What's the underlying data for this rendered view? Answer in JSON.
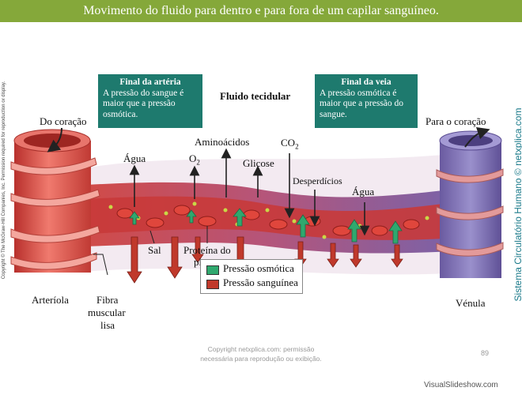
{
  "title": "Movimento do fluido para dentro e para fora de um capilar sanguíneo.",
  "fluid_label": "Fluido tecidular",
  "artery_box": {
    "title": "Final da artéria",
    "text": "A pressão do sangue é maior que a pressão osmótica."
  },
  "vein_box": {
    "title": "Final da veia",
    "text": "A pressão osmótica é maior que a pressão do sangue."
  },
  "labels": {
    "from_heart": "Do coração",
    "to_heart": "Para o coração",
    "water_left": "Água",
    "o2": "O",
    "o2_sub": "2",
    "amino": "Aminoácidos",
    "co2": "CO",
    "co2_sub": "2",
    "glucose": "Glicose",
    "waste": "Desperdícios",
    "water_right": "Água",
    "salt": "Sal",
    "protein_line1": "Proteína do",
    "protein_line2": "plasma",
    "arteriole": "Arteríola",
    "fiber_line1": "Fibra",
    "fiber_line2": "muscular",
    "fiber_line3": "lisa",
    "venule": "Vénula"
  },
  "legend": {
    "osmotic": {
      "label": "Pressão osmótica",
      "color": "#2fa86e"
    },
    "blood": {
      "label": "Pressão sanguínea",
      "color": "#c0392b"
    }
  },
  "side_copyright": "Copyright © The McGraw-Hill Companies, Inc. Permission required for reproduction or display.",
  "side_brand": "Sistema Circulatório Humano © netxplica.com",
  "footer_line1": "Copyright netxplica.com: permissão",
  "footer_line2": "necessária para reprodução ou exibição.",
  "page_number": "89",
  "watermark": "VisualSlideshow.com",
  "colors": {
    "title_bar": "#85a83a",
    "box": "#1e7a6e",
    "artery": "#d9534f",
    "vein": "#7b6fb0"
  }
}
